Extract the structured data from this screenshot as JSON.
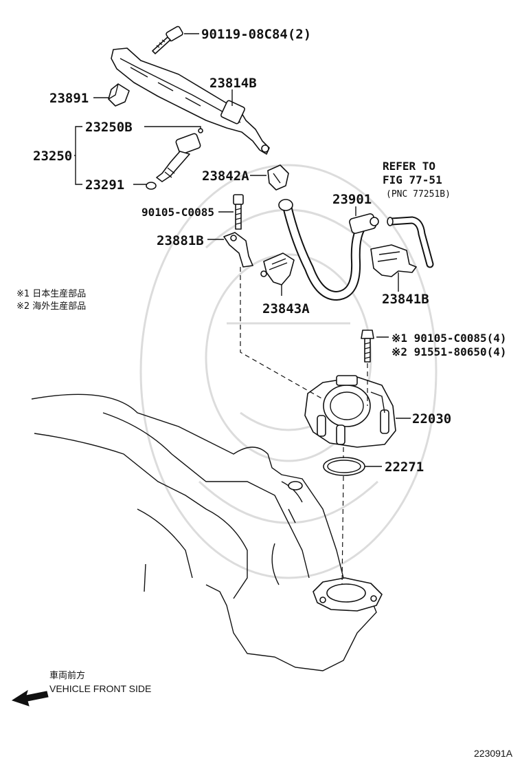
{
  "part_labels": {
    "p90119": "90119-08C84(2)",
    "p23891": "23891",
    "p23814B": "23814B",
    "p23250B": "23250B",
    "p23250": "23250",
    "p23291": "23291",
    "p23842A": "23842A",
    "p90105a": "90105-C0085",
    "p23881B": "23881B",
    "p23901": "23901",
    "p23843A": "23843A",
    "p23841B": "23841B",
    "p90105b": "※1 90105-C0085(4)",
    "p91551": "※2 91551-80650(4)",
    "p22030": "22030",
    "p22271": "22271"
  },
  "refer": {
    "line1": "REFER TO",
    "line2": "FIG 77-51",
    "line3": "(PNC 77251B)"
  },
  "notes": {
    "note1": "※1 日本生産部品",
    "note2": "※2 海外生産部品"
  },
  "direction": {
    "jp": "車両前方",
    "en": "VEHICLE FRONT SIDE"
  },
  "figure_id": "223091A"
}
